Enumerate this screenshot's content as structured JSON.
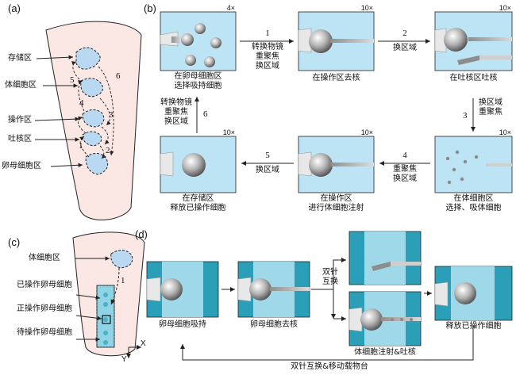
{
  "panel_labels": {
    "a": "(a)",
    "b": "(b)",
    "c": "(c)",
    "d": "(d)"
  },
  "colors": {
    "dish": "#fbe8e4",
    "cell_blue": "#b9d8f2",
    "frame_bg": "#bde4f5",
    "dark_teal": "#2c9fb8",
    "light_teal": "#9fd8e8",
    "outline": "#2b2b2b"
  },
  "panel_a": {
    "zones": [
      "存储区",
      "体细胞区",
      "操作区",
      "吐核区",
      "卵母细胞区"
    ],
    "paths": [
      "1",
      "2",
      "3",
      "4",
      "5",
      "6"
    ]
  },
  "panel_b": {
    "frames": [
      {
        "mag": "4×",
        "caption": [
          "在卵母细胞区",
          "选择吸持细胞"
        ]
      },
      {
        "mag": "10×",
        "caption": [
          "在操作区去核"
        ]
      },
      {
        "mag": "10×",
        "caption": [
          "在吐核区吐核"
        ]
      },
      {
        "mag": "10×",
        "caption": [
          "在体细胞区",
          "选择、吸体细胞"
        ]
      },
      {
        "mag": "10×",
        "caption": [
          "在操作区",
          "进行体细胞注射"
        ]
      },
      {
        "mag": "10×",
        "caption": [
          "在存储区",
          "释放已操作细胞"
        ]
      }
    ],
    "steps": [
      {
        "num": "1",
        "label": [
          "转换物镜",
          "重聚焦",
          "换区域"
        ]
      },
      {
        "num": "2",
        "label": [
          "换区域"
        ]
      },
      {
        "num": "3",
        "label": [
          "换区域",
          "重聚焦"
        ]
      },
      {
        "num": "4",
        "label": [
          "重聚焦",
          "换区域"
        ]
      },
      {
        "num": "5",
        "label": [
          "换区域"
        ]
      },
      {
        "num": "6",
        "label": [
          "转换物镜",
          "重聚焦",
          "换区域"
        ]
      }
    ]
  },
  "panel_c": {
    "labels": [
      "体细胞区",
      "已操作卵母细胞",
      "正操作卵母细胞",
      "待操作卵母细胞"
    ],
    "path": "1",
    "axes": {
      "x": "X",
      "y": "Y"
    }
  },
  "panel_d": {
    "captions": [
      "卵母细胞吸持",
      "卵母细胞去核",
      "体细胞注射&吐核",
      "释放已操作细胞"
    ],
    "swap": [
      "双针",
      "互换"
    ],
    "bottom": "双针互换&移动载物台"
  }
}
